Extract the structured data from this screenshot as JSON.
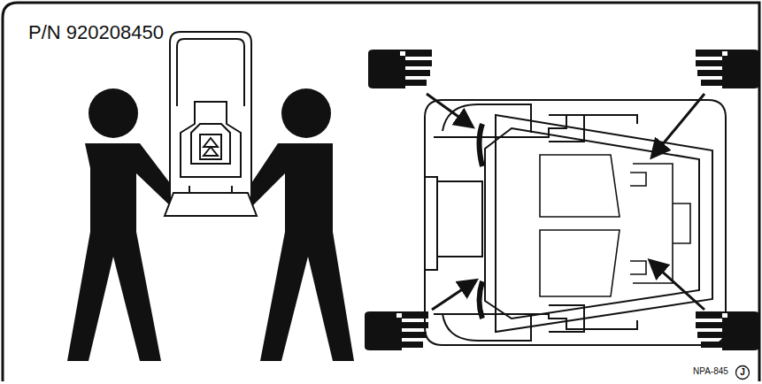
{
  "diagram": {
    "nodes": [
      {
        "text": [
          "J"
        ]
      }
    ],
    "labels": [
      "P/N 920208450",
      "NPA-845"
    ]
  }
}
